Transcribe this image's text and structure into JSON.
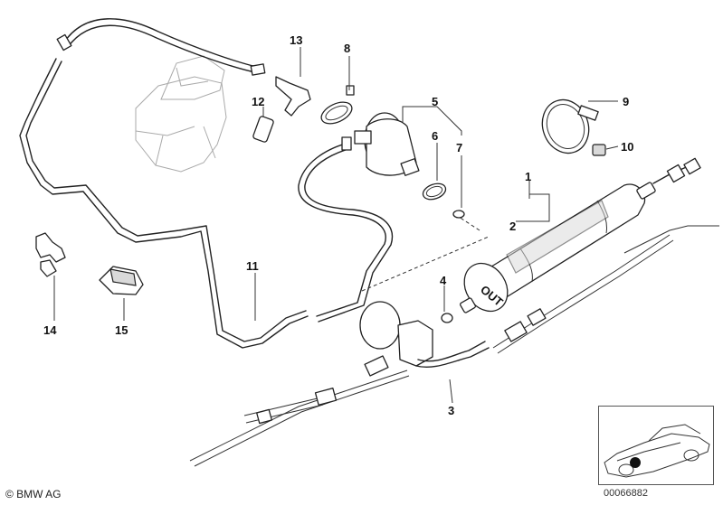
{
  "callouts": [
    {
      "id": "1",
      "label": "1"
    },
    {
      "id": "2",
      "label": "2"
    },
    {
      "id": "3",
      "label": "3"
    },
    {
      "id": "4",
      "label": "4"
    },
    {
      "id": "5",
      "label": "5"
    },
    {
      "id": "6",
      "label": "6"
    },
    {
      "id": "7",
      "label": "7"
    },
    {
      "id": "8",
      "label": "8"
    },
    {
      "id": "9",
      "label": "9"
    },
    {
      "id": "10",
      "label": "10"
    },
    {
      "id": "11",
      "label": "11"
    },
    {
      "id": "12",
      "label": "12"
    },
    {
      "id": "13",
      "label": "13"
    },
    {
      "id": "14",
      "label": "14"
    },
    {
      "id": "15",
      "label": "15"
    }
  ],
  "filter_marking": "OUT",
  "footer": {
    "copyright": "© BMW AG",
    "diagram_number": "00066882"
  }
}
